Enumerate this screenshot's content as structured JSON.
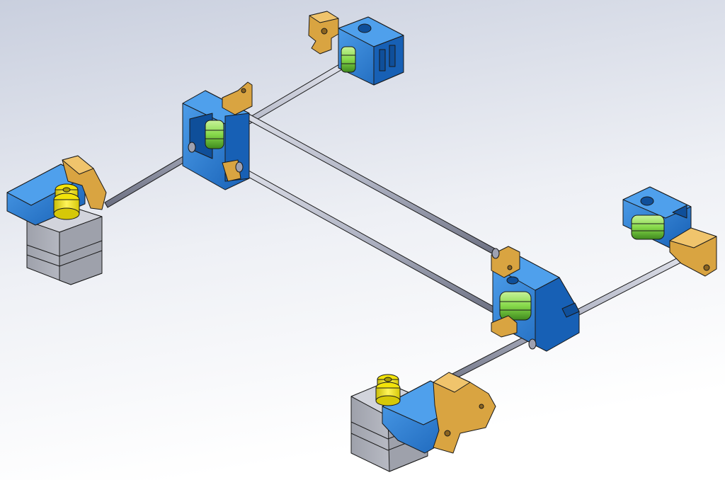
{
  "scene": {
    "description_label": "",
    "background": {
      "top": "#c9cfde",
      "bottom": "#ffffff"
    },
    "colors": {
      "blue_part": "#1f78d1",
      "blue_dark": "#0f4f9a",
      "blue_light": "#4fa0ec",
      "orange_part": "#d9a441",
      "orange_dark": "#8c6420",
      "orange_light": "#f0c46c",
      "green_bearing": "#86d94a",
      "green_dark": "#3f8a1e",
      "yellow_pulley": "#f2e30a",
      "yellow_dark": "#a89c05",
      "rod": "#b8bccc",
      "rod_dark": "#6a6e80",
      "motor": "#b9bcc6",
      "motor_dark": "#5c5f68",
      "outline": "#1a1a1a"
    },
    "parts": [
      {
        "name": "rear-left-idler-bracket",
        "type": "idler"
      },
      {
        "name": "left-x-carriage",
        "type": "carriage"
      },
      {
        "name": "left-motor-mount",
        "type": "motor-mount"
      },
      {
        "name": "right-idler-bracket",
        "type": "idler"
      },
      {
        "name": "right-x-carriage",
        "type": "carriage"
      },
      {
        "name": "front-motor-mount",
        "type": "motor-mount"
      },
      {
        "name": "rear-rod",
        "type": "rod"
      },
      {
        "name": "x-rod-upper",
        "type": "rod"
      },
      {
        "name": "x-rod-lower",
        "type": "rod"
      },
      {
        "name": "front-rod",
        "type": "rod"
      }
    ]
  }
}
